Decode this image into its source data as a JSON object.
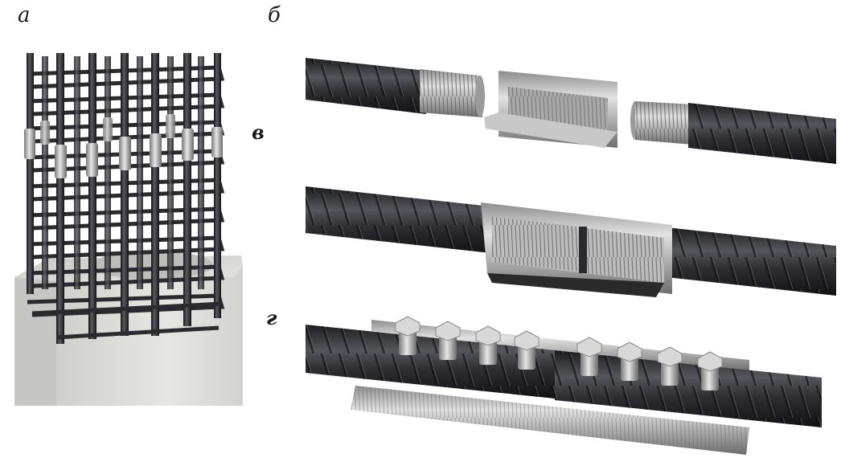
{
  "labels": {
    "a": "а",
    "b": "б",
    "v": "в",
    "g": "г"
  },
  "colors": {
    "rebar": "#2a2a2e",
    "rebar_highlight": "#55565c",
    "steel": "#b9b9b9",
    "steel_dark": "#7d7d7d",
    "concrete": "#d8d8d6"
  },
  "panels": [
    {
      "id": "a",
      "content": "reinforcement-cage-with-couplers-on-concrete-column"
    },
    {
      "id": "b1",
      "content": "threaded-coupler-disassembled"
    },
    {
      "id": "b2",
      "content": "threaded-coupler-assembled-cutaway"
    },
    {
      "id": "b3",
      "content": "bolted-coupler"
    }
  ]
}
